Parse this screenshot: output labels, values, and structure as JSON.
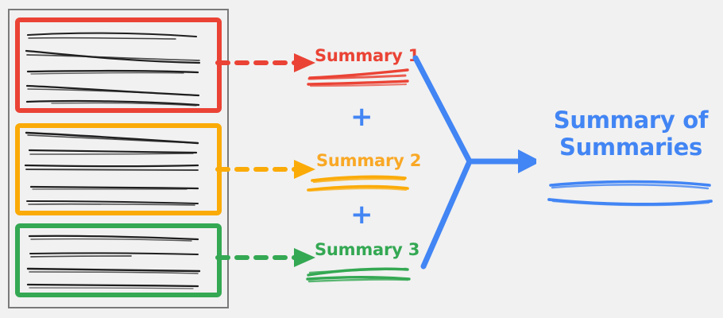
{
  "diagram": {
    "title": "Map-reduce summarization flow",
    "background_color": "#f1f1f1"
  },
  "source_documents": {
    "container_name": "document-collection",
    "border_color": "#7a7a7a",
    "groups": [
      {
        "id": "red",
        "name": "document-chunk-1",
        "color": "#ea4335",
        "line_count": 5
      },
      {
        "id": "orange",
        "name": "document-chunk-2",
        "color": "#fbab08",
        "line_count": 5
      },
      {
        "id": "green",
        "name": "document-chunk-3",
        "color": "#34a853",
        "line_count": 4
      }
    ]
  },
  "connectors": [
    {
      "id": "red",
      "name": "dashed-arrow-1",
      "color": "#ea4335",
      "style": "dashed"
    },
    {
      "id": "orange",
      "name": "dashed-arrow-2",
      "color": "#fbab08",
      "style": "dashed"
    },
    {
      "id": "green",
      "name": "dashed-arrow-3",
      "color": "#34a853",
      "style": "dashed"
    }
  ],
  "summaries": [
    {
      "label": "Summary 1",
      "color": "#ea4335",
      "underline_count": 3
    },
    {
      "label": "Summary 2",
      "color": "#f9a825",
      "underline_count": 2
    },
    {
      "label": "Summary 3",
      "color": "#34a853",
      "underline_count": 3
    }
  ],
  "operators": [
    {
      "symbol": "+",
      "color": "#4285f4"
    },
    {
      "symbol": "+",
      "color": "#4285f4"
    }
  ],
  "merge": {
    "name": "merge-arrow",
    "color": "#4285f4"
  },
  "final_output": {
    "title_line_1": "Summary of",
    "title_line_2": "Summaries",
    "color": "#4285f4",
    "underline_count": 3
  }
}
